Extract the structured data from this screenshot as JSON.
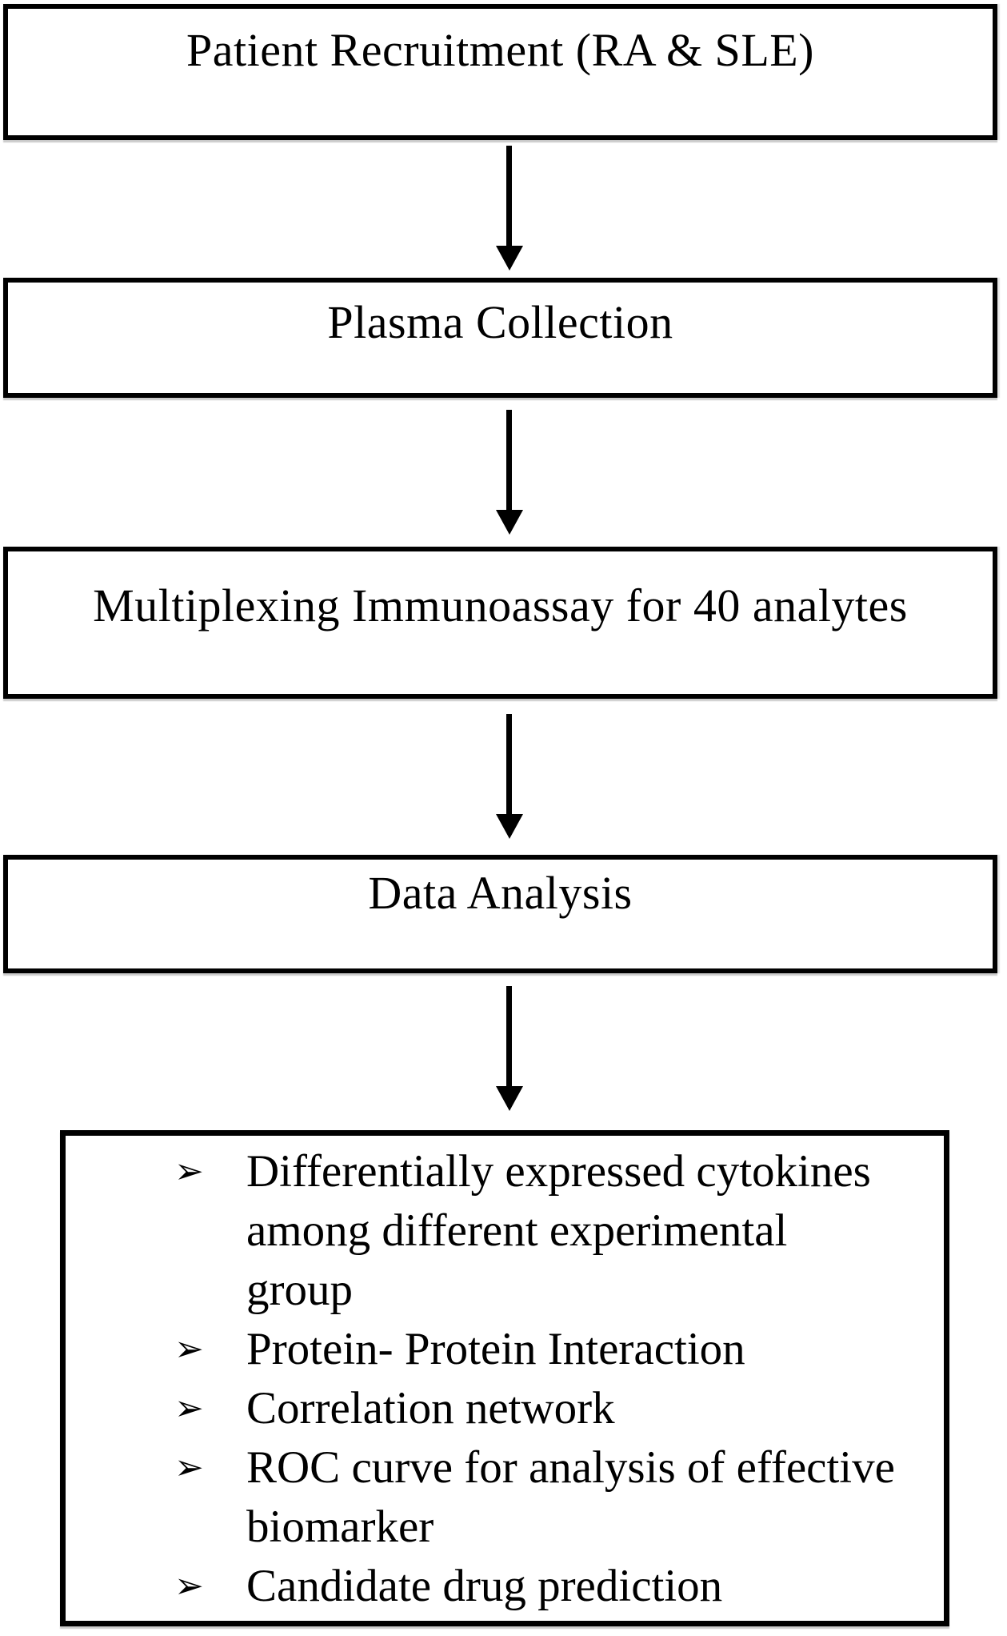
{
  "flowchart": {
    "steps": [
      {
        "label": "Patient Recruitment (RA & SLE)"
      },
      {
        "label": "Plasma Collection"
      },
      {
        "label": "Multiplexing Immunoassay for 40 analytes"
      },
      {
        "label": "Data Analysis"
      }
    ],
    "bullet_char": "➢",
    "analysis_items": [
      "Differentially expressed cytokines\namong different experimental\ngroup",
      "Protein- Protein Interaction",
      "Correlation network",
      "ROC curve for analysis of effective\nbiomarker",
      "Candidate drug prediction"
    ]
  }
}
